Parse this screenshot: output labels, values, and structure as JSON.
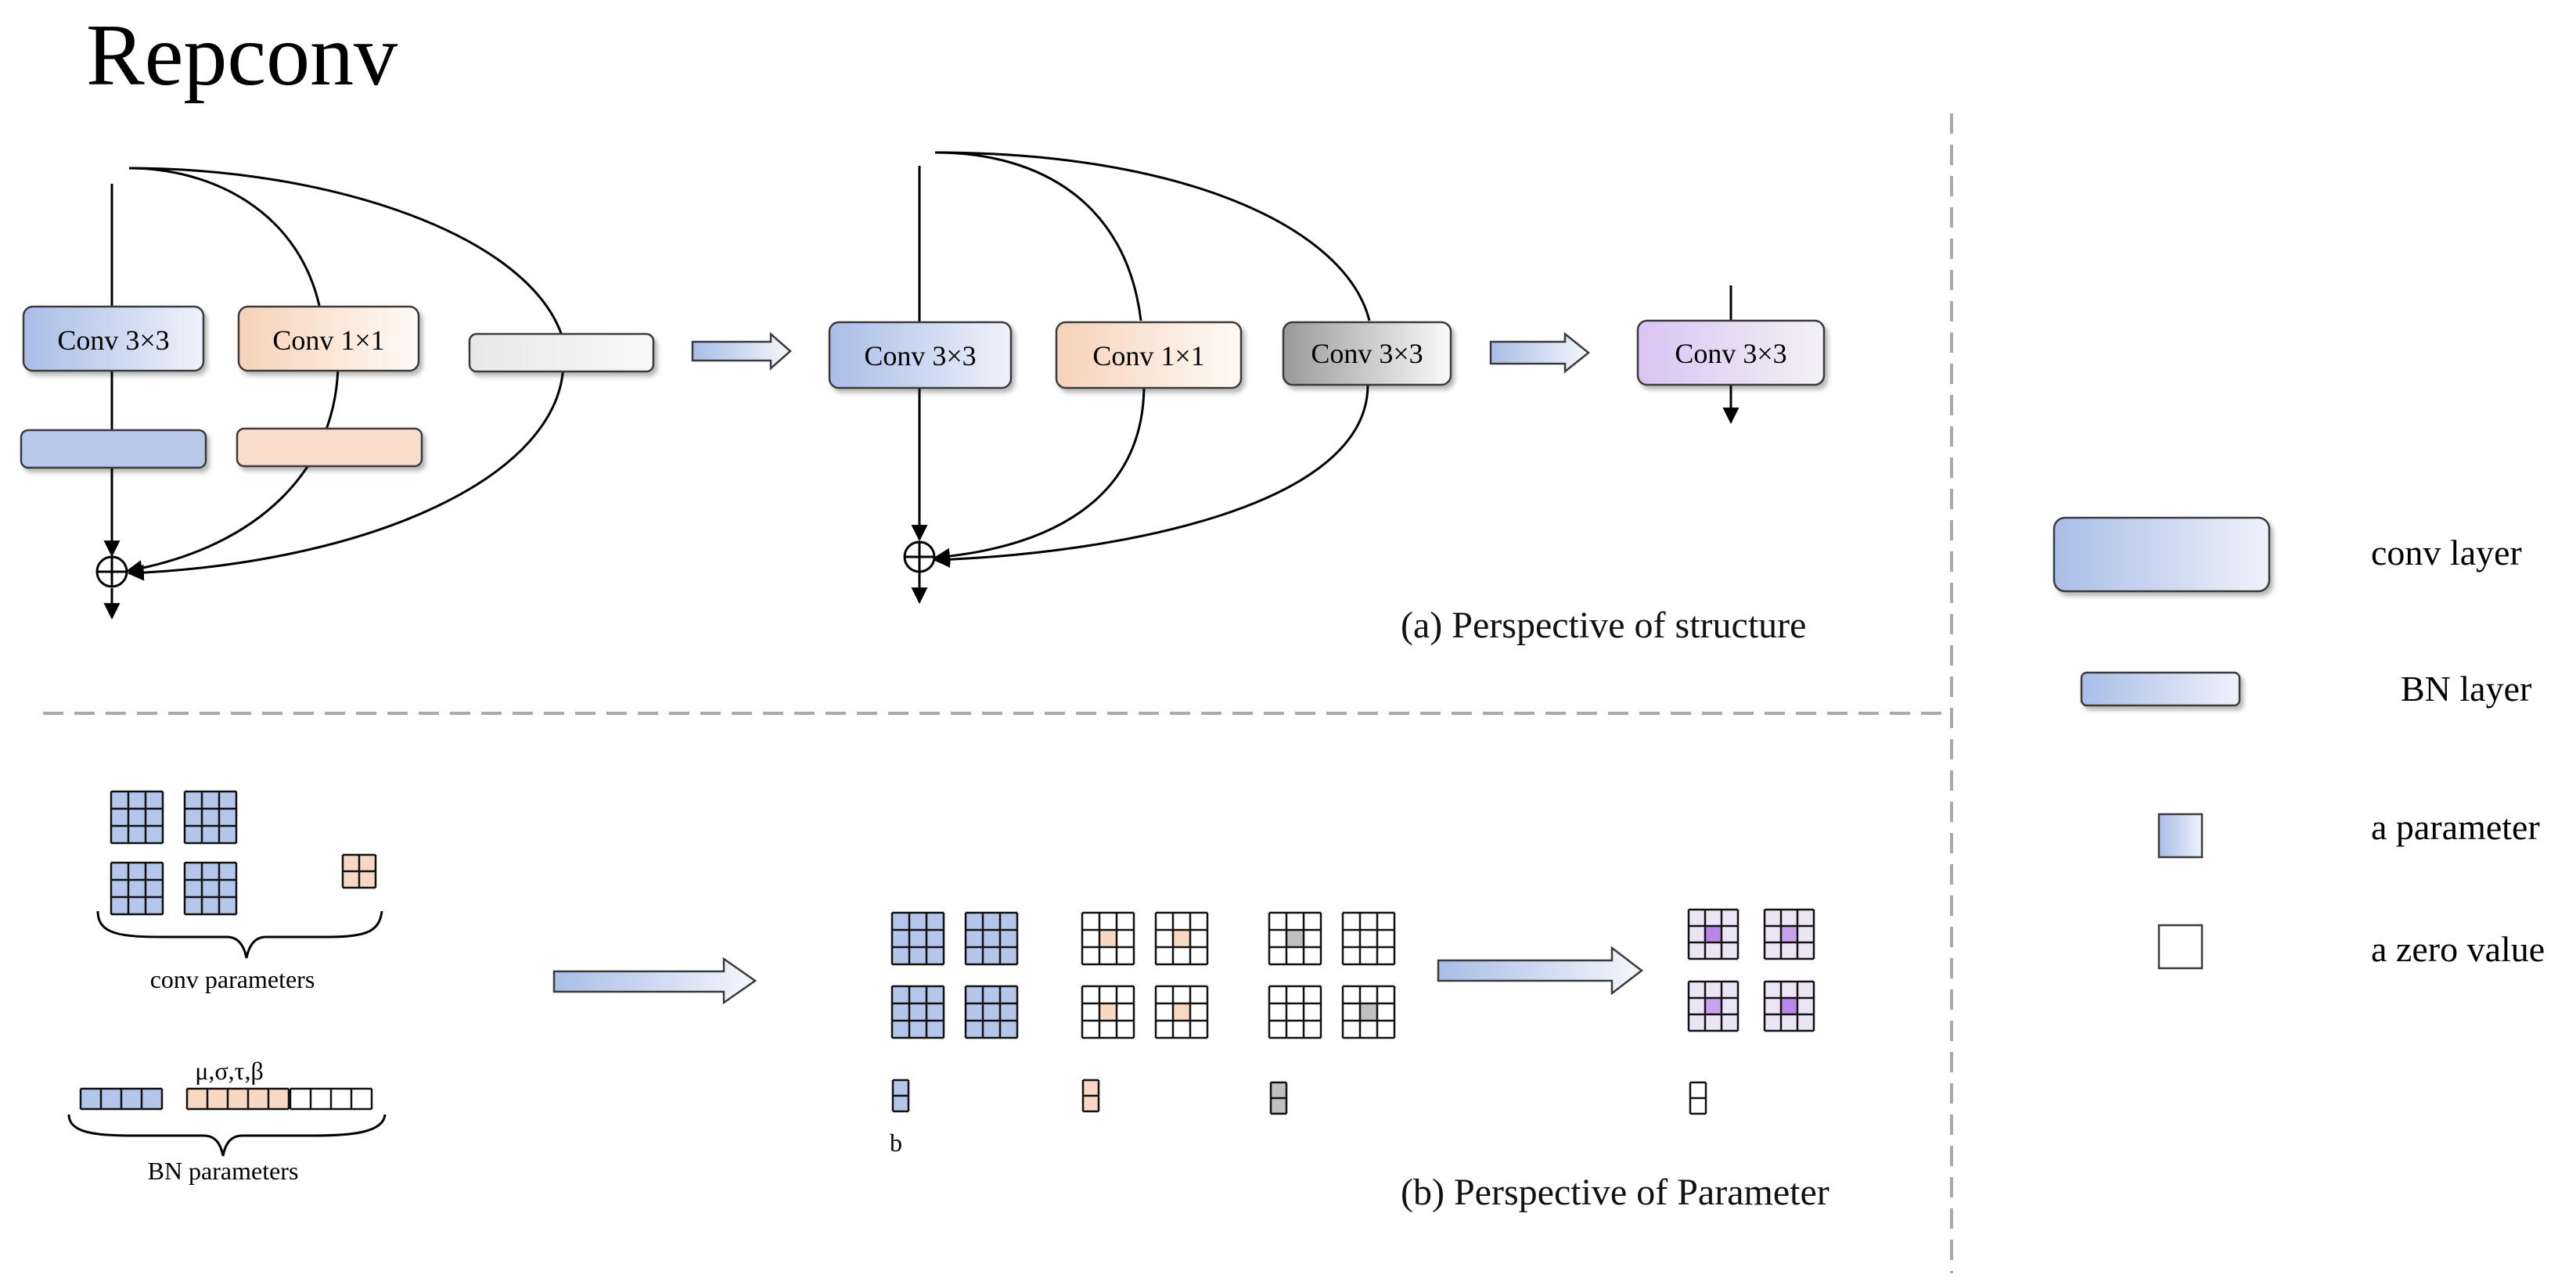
{
  "title": "Repconv",
  "structure": {
    "conv3x3_label": "Conv 3×3",
    "conv1x1_label": "Conv 1×1",
    "caption": "(a)  Perspective of structure"
  },
  "parameters": {
    "conv_params_label": "conv parameters",
    "bn_symbols": "μ,σ,τ,β",
    "bn_params_label": "BN parameters",
    "bias_label": "b",
    "caption": "(b)  Perspective of Parameter"
  },
  "legend": {
    "conv_layer": "conv layer",
    "bn_layer": "BN layer",
    "a_parameter": "a parameter",
    "a_zero_value": "a zero value"
  },
  "colors": {
    "blue": "#b4c6ea",
    "peach": "#f8d8c2",
    "gray": "#c0c0c0",
    "purple": "#dccbf3",
    "dash": "#a9a9a9"
  }
}
